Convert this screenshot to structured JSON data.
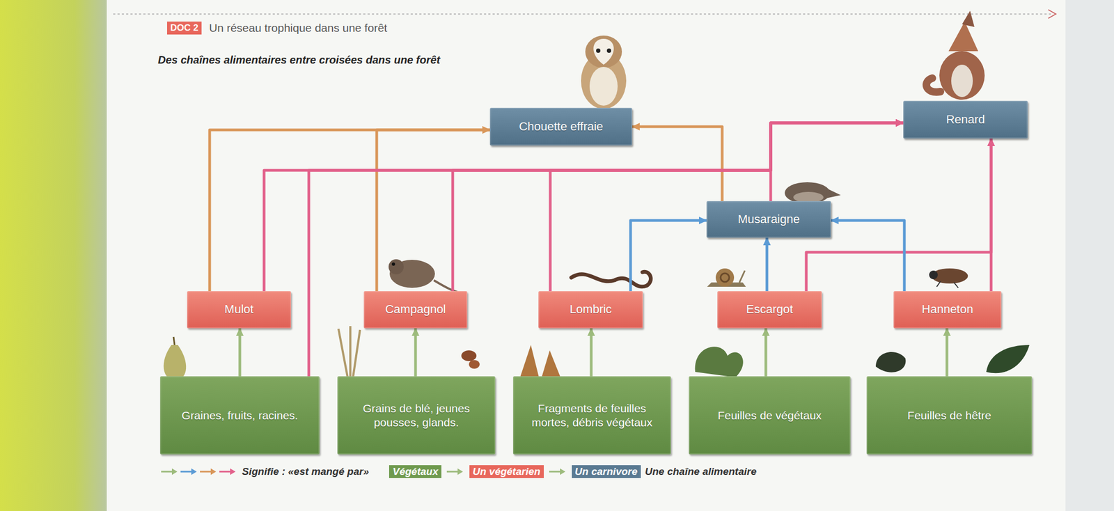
{
  "diagram": {
    "title": "Un réseau trophique dans une forêt",
    "nodes": [
      {
        "text": [
          "Chouette effraie"
        ]
      },
      {
        "text": [
          "Renard"
        ]
      },
      {
        "text": [
          "Musaraigne"
        ]
      },
      {
        "text": [
          "Mulot"
        ]
      },
      {
        "text": [
          "Campagnol"
        ]
      },
      {
        "text": [
          "Lombric"
        ]
      },
      {
        "text": [
          "Escargot"
        ]
      },
      {
        "text": [
          "Hanneton"
        ]
      },
      {
        "text": [
          "Graines, fruits, racines."
        ]
      },
      {
        "text": [
          "Grains de blé, jeunes pousses, glands."
        ]
      },
      {
        "text": [
          "Fragments de feuilles mortes, débris végétaux"
        ]
      },
      {
        "text": [
          "Feuilles de végétaux"
        ]
      },
      {
        "text": [
          "Feuilles de hêtre"
        ]
      }
    ],
    "edges": [
      {
        "from": 8,
        "to": 3,
        "arrow": "to"
      },
      {
        "from": 9,
        "to": 4,
        "arrow": "to"
      },
      {
        "from": 10,
        "to": 5,
        "arrow": "to"
      },
      {
        "from": 11,
        "to": 6,
        "arrow": "to"
      },
      {
        "from": 12,
        "to": 7,
        "arrow": "to"
      },
      {
        "from": 3,
        "to": 0,
        "arrow": "to"
      },
      {
        "from": 4,
        "to": 0,
        "arrow": "to"
      },
      {
        "from": 2,
        "to": 0,
        "arrow": "to"
      },
      {
        "from": 3,
        "to": 1,
        "arrow": "to"
      },
      {
        "from": 8,
        "to": 1,
        "arrow": "to"
      },
      {
        "from": 4,
        "to": 1,
        "arrow": "to"
      },
      {
        "from": 5,
        "to": 1,
        "arrow": "to"
      },
      {
        "from": 2,
        "to": 1,
        "arrow": "to"
      },
      {
        "from": 6,
        "to": 1,
        "arrow": "to"
      },
      {
        "from": 7,
        "to": 1,
        "arrow": "to"
      },
      {
        "from": 5,
        "to": 2,
        "arrow": "to"
      },
      {
        "from": 6,
        "to": 2,
        "arrow": "to"
      },
      {
        "from": 7,
        "to": 2,
        "arrow": "to"
      }
    ],
    "labels": [
      "DOC 2",
      "Des chaînes alimentaires entre croisées dans une forêt",
      "Une chaîne alimentaire"
    ],
    "legend": [
      {
        "text": "Signifie : «est mangé par»"
      },
      {
        "text": "Végétaux",
        "color": "#6f9a4e"
      },
      {
        "text": "Un végétarien",
        "color": "#e8675c"
      },
      {
        "text": "Un carnivore",
        "color": "#5a7a92"
      }
    ]
  }
}
